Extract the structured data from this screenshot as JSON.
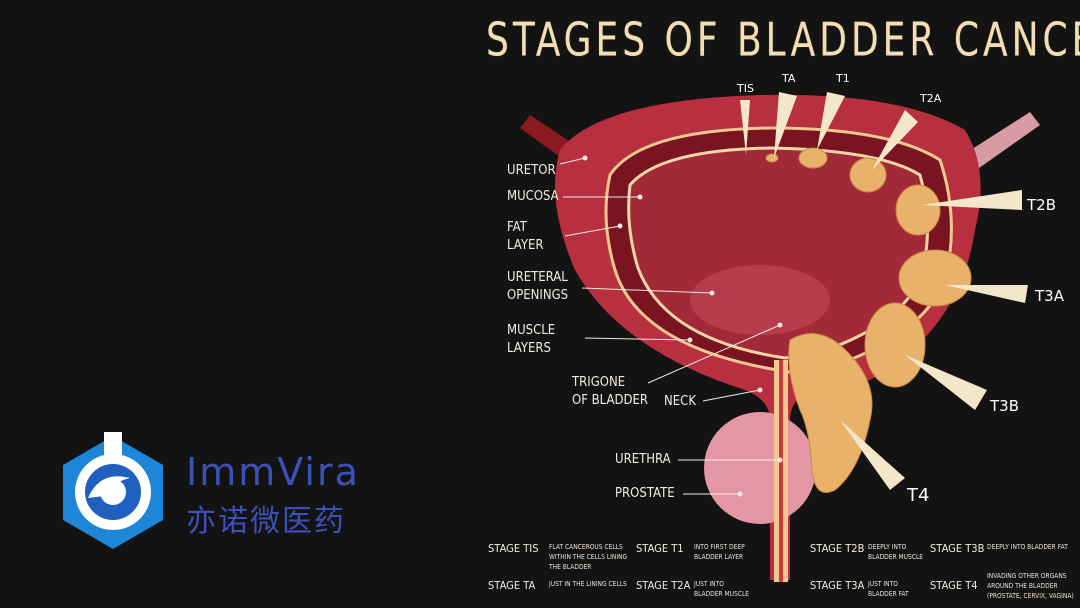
{
  "title": "STAGES OF BLADDER CANCER",
  "logo": {
    "name": "ImmVira",
    "chinese": "亦诺微医药"
  },
  "top_labels": {
    "tis": "TIS",
    "ta": "TA",
    "t1": "T1",
    "t2a": "T2A"
  },
  "side_labels": {
    "t2b": "T2B",
    "t3a": "T3A",
    "t3b": "T3B",
    "t4": "T4"
  },
  "anatomy": {
    "uretor": "URETOR",
    "mucosa": "MUCOSA",
    "fat_layer": [
      "FAT",
      "LAYER"
    ],
    "ureteral_openings": [
      "URETERAL",
      "OPENINGS"
    ],
    "muscle_layers": [
      "MUSCLE",
      "LAYERS"
    ],
    "trigone": [
      "TRIGONE",
      "OF BLADDER"
    ],
    "neck": "NECK",
    "urethra": "URETHRA",
    "prostate": "PROSTATE"
  },
  "legend": [
    {
      "stage": "STAGE TIS",
      "desc": [
        "FLAT CANCEROUS CELLS",
        "WITHIN THE CELLS LINING",
        "THE BLADDER"
      ]
    },
    {
      "stage": "STAGE TA",
      "desc": [
        "JUST IN THE LINING CELLS"
      ]
    },
    {
      "stage": "STAGE T1",
      "desc": [
        "INTO FIRST DEEP",
        "BLADDER LAYER"
      ]
    },
    {
      "stage": "STAGE T2A",
      "desc": [
        "JUST INTO",
        "BLADDER MUSCLE"
      ]
    },
    {
      "stage": "STAGE T2B",
      "desc": [
        "DEEPLY INTO",
        "BLADDER MUSCLE"
      ]
    },
    {
      "stage": "STAGE T3A",
      "desc": [
        "JUST INTO",
        "BLADDER FAT"
      ]
    },
    {
      "stage": "STAGE T3B",
      "desc": [
        "DEEPLY INTO BLADDER FAT"
      ]
    },
    {
      "stage": "STAGE T4",
      "desc": [
        "INVADING OTHER ORGANS",
        "AROUND THE BLADDER",
        "(PROSTATE, CERVIX, VAGINA)"
      ]
    }
  ],
  "colors": {
    "background": "#141313",
    "title": "#f4dfb4",
    "tumor": "#e8b26a",
    "bladder": "#b8303f",
    "logo": "#3c50b8"
  }
}
